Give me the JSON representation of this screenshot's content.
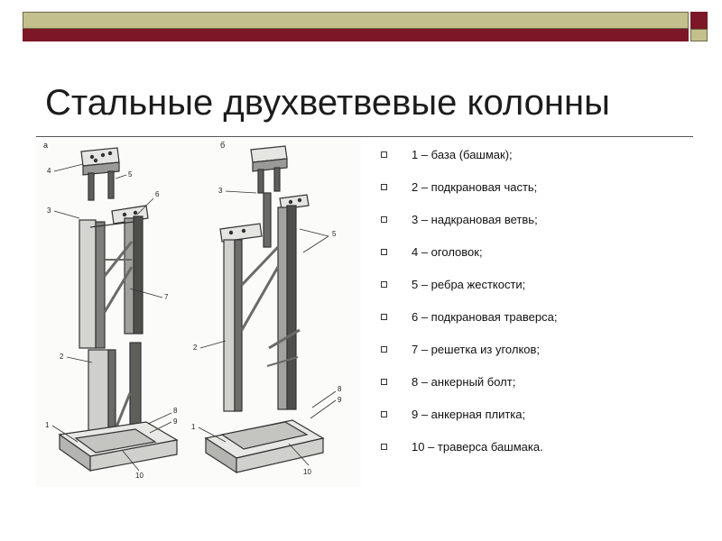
{
  "slide": {
    "title": "Стальные двухветвевые колонны",
    "colors": {
      "olive": "#c3c08e",
      "maroon": "#7b1727"
    }
  },
  "figure": {
    "panel_labels": [
      "а",
      "б"
    ],
    "left_callouts": [
      "4",
      "5",
      "3",
      "6",
      "7",
      "2",
      "8",
      "9",
      "1",
      "10"
    ],
    "right_callouts": [
      "3",
      "5",
      "2",
      "8",
      "9",
      "1",
      "10"
    ]
  },
  "legend": {
    "items": [
      "1 – база (башмак);",
      "2 – подкрановая часть;",
      "3 – надкрановая ветвь;",
      "4 – оголовок;",
      "5 – ребра жесткости;",
      "6 – подкрановая траверса;",
      "7 – решетка из уголков;",
      "8 – анкерный болт;",
      "9 – анкерная плитка;",
      "10 – траверса башмака."
    ]
  }
}
